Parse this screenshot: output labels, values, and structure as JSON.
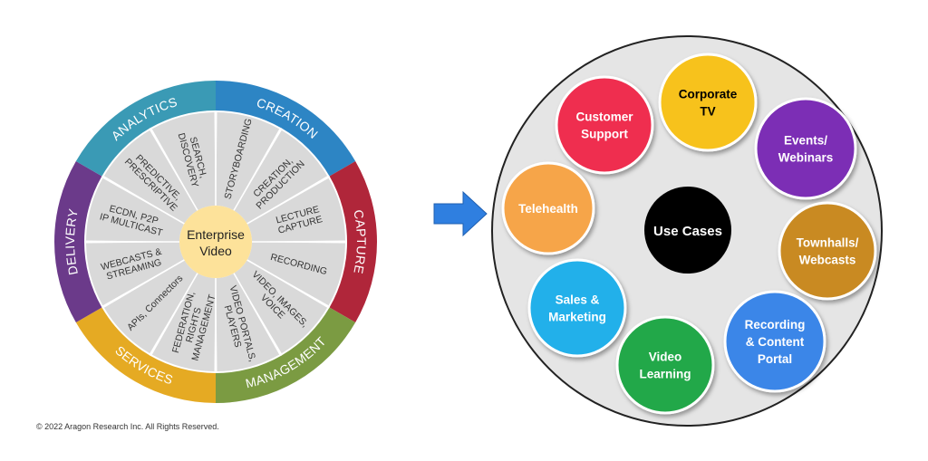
{
  "wheel": {
    "center": [
      "Enterprise",
      "Video"
    ],
    "ring": [
      {
        "label": "CREATION",
        "color": "#2d85c4"
      },
      {
        "label": "CAPTURE",
        "color": "#b0263a"
      },
      {
        "label": "MANAGEMENT",
        "color": "#7b9b42"
      },
      {
        "label": "SERVICES",
        "color": "#e5aa23"
      },
      {
        "label": "DELIVERY",
        "color": "#6b3a8a"
      },
      {
        "label": "ANALYTICS",
        "color": "#3a9ab5"
      }
    ],
    "capabilities": [
      [
        "STORYBOARDING"
      ],
      [
        "CREATION,",
        "PRODUCTION"
      ],
      [
        "LECTURE",
        "CAPTURE"
      ],
      [
        "RECORDING"
      ],
      [
        "VIDEO, IMAGES,",
        "VOICE"
      ],
      [
        "VIDEO PORTALS,",
        "PLAYERS"
      ],
      [
        "FEDERATION,",
        "RIGHTS",
        "MANAGEMENT"
      ],
      [
        "APIs, Connectors"
      ],
      [
        "WEBCASTS &",
        "STREAMING"
      ],
      [
        "ECDN, P2P",
        "IP MULTICAST"
      ],
      [
        "PREDICTIVE,",
        "PRESCRIPTIVE"
      ],
      [
        "SEARCH,",
        "DISCOVERY"
      ]
    ]
  },
  "arrow": {
    "color": "#2f7fe0"
  },
  "use_cases": {
    "center": [
      "Use Cases"
    ],
    "bubbles": [
      {
        "lines": [
          "Corporate",
          "TV"
        ],
        "color": "#f7c21e",
        "text_color": "#000000"
      },
      {
        "lines": [
          "Customer",
          "Support"
        ],
        "color": "#ef2e50",
        "text_color": "#ffffff"
      },
      {
        "lines": [
          "Events/",
          "Webinars"
        ],
        "color": "#7b2fb5",
        "text_color": "#ffffff"
      },
      {
        "lines": [
          "Telehealth"
        ],
        "color": "#f6a54a",
        "text_color": "#ffffff"
      },
      {
        "lines": [
          "Townhalls/",
          "Webcasts"
        ],
        "color": "#c98a22",
        "text_color": "#ffffff"
      },
      {
        "lines": [
          "Sales &",
          "Marketing"
        ],
        "color": "#22b0ea",
        "text_color": "#ffffff"
      },
      {
        "lines": [
          "Recording",
          "& Content",
          "Portal"
        ],
        "color": "#3a86e8",
        "text_color": "#ffffff"
      },
      {
        "lines": [
          "Video",
          "Learning"
        ],
        "color": "#20a84a",
        "text_color": "#ffffff"
      }
    ]
  },
  "copyright": "© 2022 Aragon Research Inc. All Rights Reserved."
}
